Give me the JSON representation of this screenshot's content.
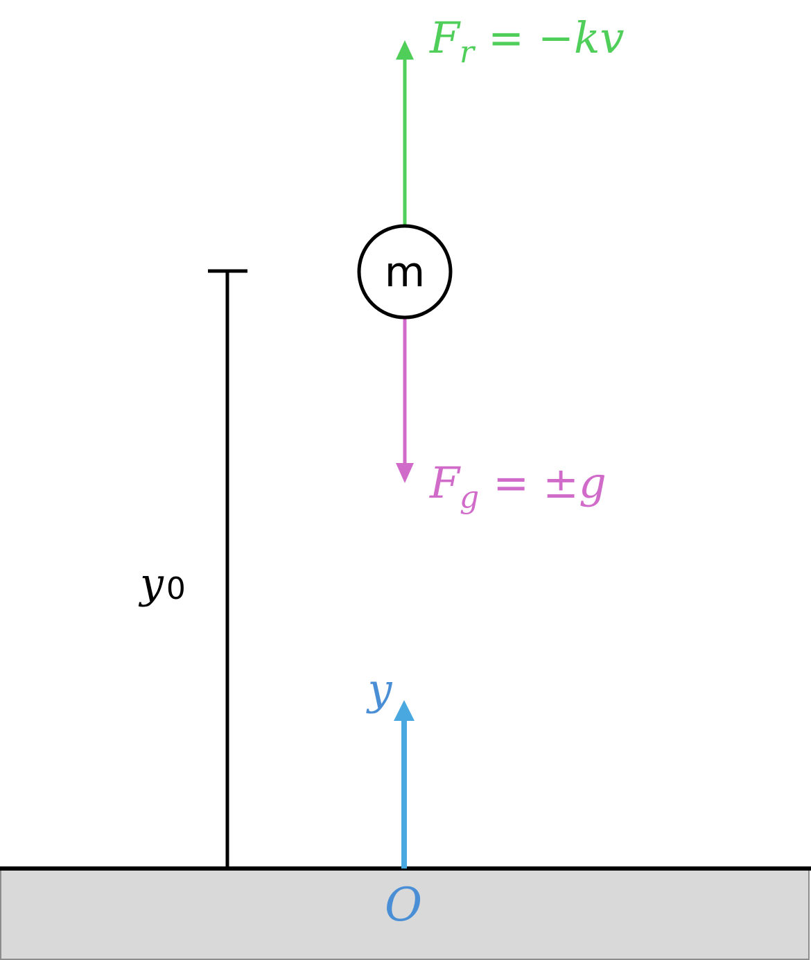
{
  "colors": {
    "green": "#4fcf5a",
    "magenta": "#d16bc9",
    "blue": "#4aa8e0",
    "origin_blue": "#4a8fd6",
    "black": "#000000",
    "ground_fill": "#d9d9d9",
    "ground_border": "#8c8c8c"
  },
  "mass": {
    "label": "m"
  },
  "resistance_force": {
    "symbol": "F",
    "subscript": "r",
    "equals": "=",
    "rhs": "−kv"
  },
  "gravity_force": {
    "symbol": "F",
    "subscript": "g",
    "equals": "=",
    "rhs": "±g"
  },
  "initial_height": {
    "symbol": "y",
    "subscript": "0"
  },
  "y_axis": {
    "label": "y"
  },
  "origin": {
    "label": "O"
  },
  "icons": {
    "up_arrow": "arrow-up-icon",
    "down_arrow": "arrow-down-icon"
  }
}
